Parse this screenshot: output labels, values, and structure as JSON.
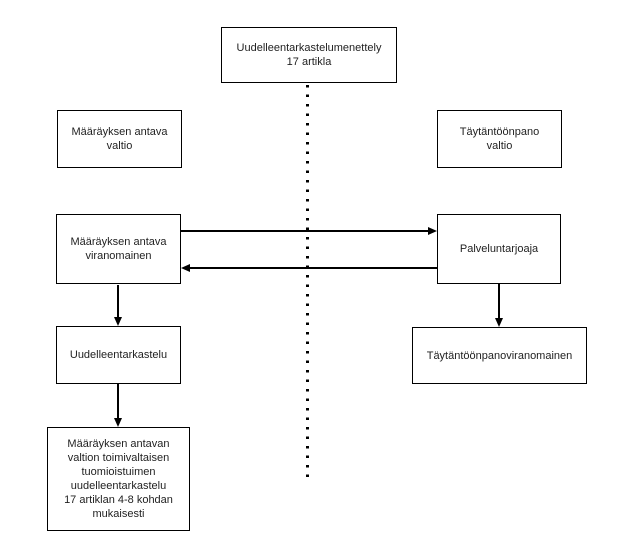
{
  "diagram": {
    "language": "Finnish",
    "colors": {
      "background": "#ffffff",
      "line": "#000000",
      "text": "#1f1f1f"
    },
    "nodes": [
      {
        "id": "review-procedure",
        "label": "Uudelleentarkastelumenettely\n17 artikla"
      },
      {
        "id": "issuing-state",
        "label": "Määräyksen antava\nvaltio"
      },
      {
        "id": "executing-state",
        "label": "Täytäntöönpano\nvaltio"
      },
      {
        "id": "issuing-authority",
        "label": "Määräyksen antava\nviranomainen"
      },
      {
        "id": "service-provider",
        "label": "Palveluntarjoaja"
      },
      {
        "id": "review",
        "label": "Uudelleentarkastelu"
      },
      {
        "id": "executing-authority",
        "label": "Täytäntöönpanoviranomainen"
      },
      {
        "id": "court-review",
        "label": "Määräyksen antavan\nvaltion toimivaltaisen\ntuomioistuimen\nuudelleentarkastelu\n17 artiklan 4-8 kohdan\nmukaisesti"
      }
    ],
    "edges": [
      {
        "from": "issuing-authority",
        "to": "service-provider",
        "direction": "right"
      },
      {
        "from": "service-provider",
        "to": "issuing-authority",
        "direction": "left"
      },
      {
        "from": "issuing-authority",
        "to": "review",
        "direction": "down"
      },
      {
        "from": "review",
        "to": "court-review",
        "direction": "down"
      },
      {
        "from": "service-provider",
        "to": "executing-authority",
        "direction": "down"
      }
    ],
    "divider": {
      "style": "dotted-vertical",
      "separates": [
        "issuing-state-side",
        "executing-state-side"
      ]
    }
  }
}
